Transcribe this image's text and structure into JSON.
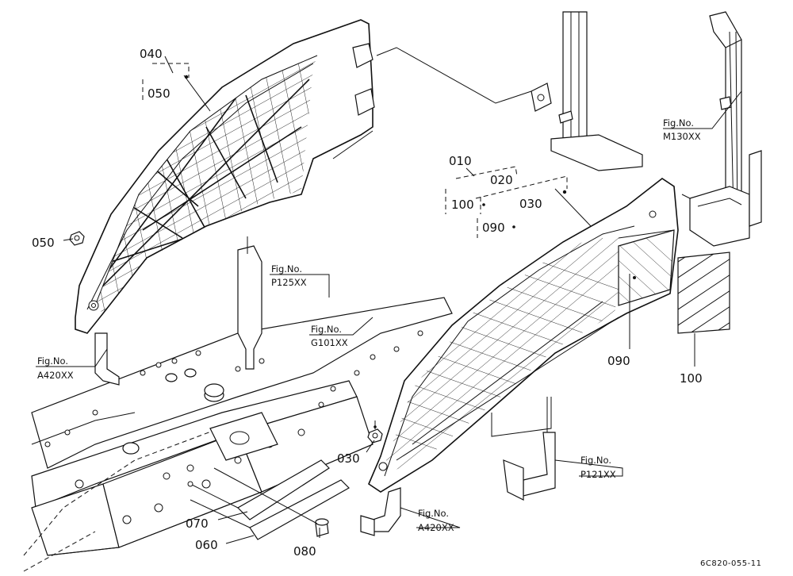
{
  "callouts": {
    "c040": "040",
    "c050_upper": "050",
    "c050_left": "050",
    "c010": "010",
    "c020": "020",
    "c100_upper": "100",
    "c030_upper": "030",
    "c090_upper": "090",
    "c090": "090",
    "c100": "100",
    "c030": "030",
    "c070": "070",
    "c060": "060",
    "c080": "080"
  },
  "fig_refs": {
    "m130": {
      "label": "Fig.No.",
      "number": "M130XX"
    },
    "p125": {
      "label": "Fig.No.",
      "number": "P125XX"
    },
    "g101": {
      "label": "Fig.No.",
      "number": "G101XX"
    },
    "a420_left": {
      "label": "Fig.No.",
      "number": "A420XX"
    },
    "p121": {
      "label": "Fig.No.",
      "number": "P121XX"
    },
    "a420_bottom": {
      "label": "Fig.No.",
      "number": "A420XX"
    }
  },
  "drawing_code": "6C820-055-11",
  "colors": {
    "ink": "#111111",
    "paper": "#ffffff"
  }
}
